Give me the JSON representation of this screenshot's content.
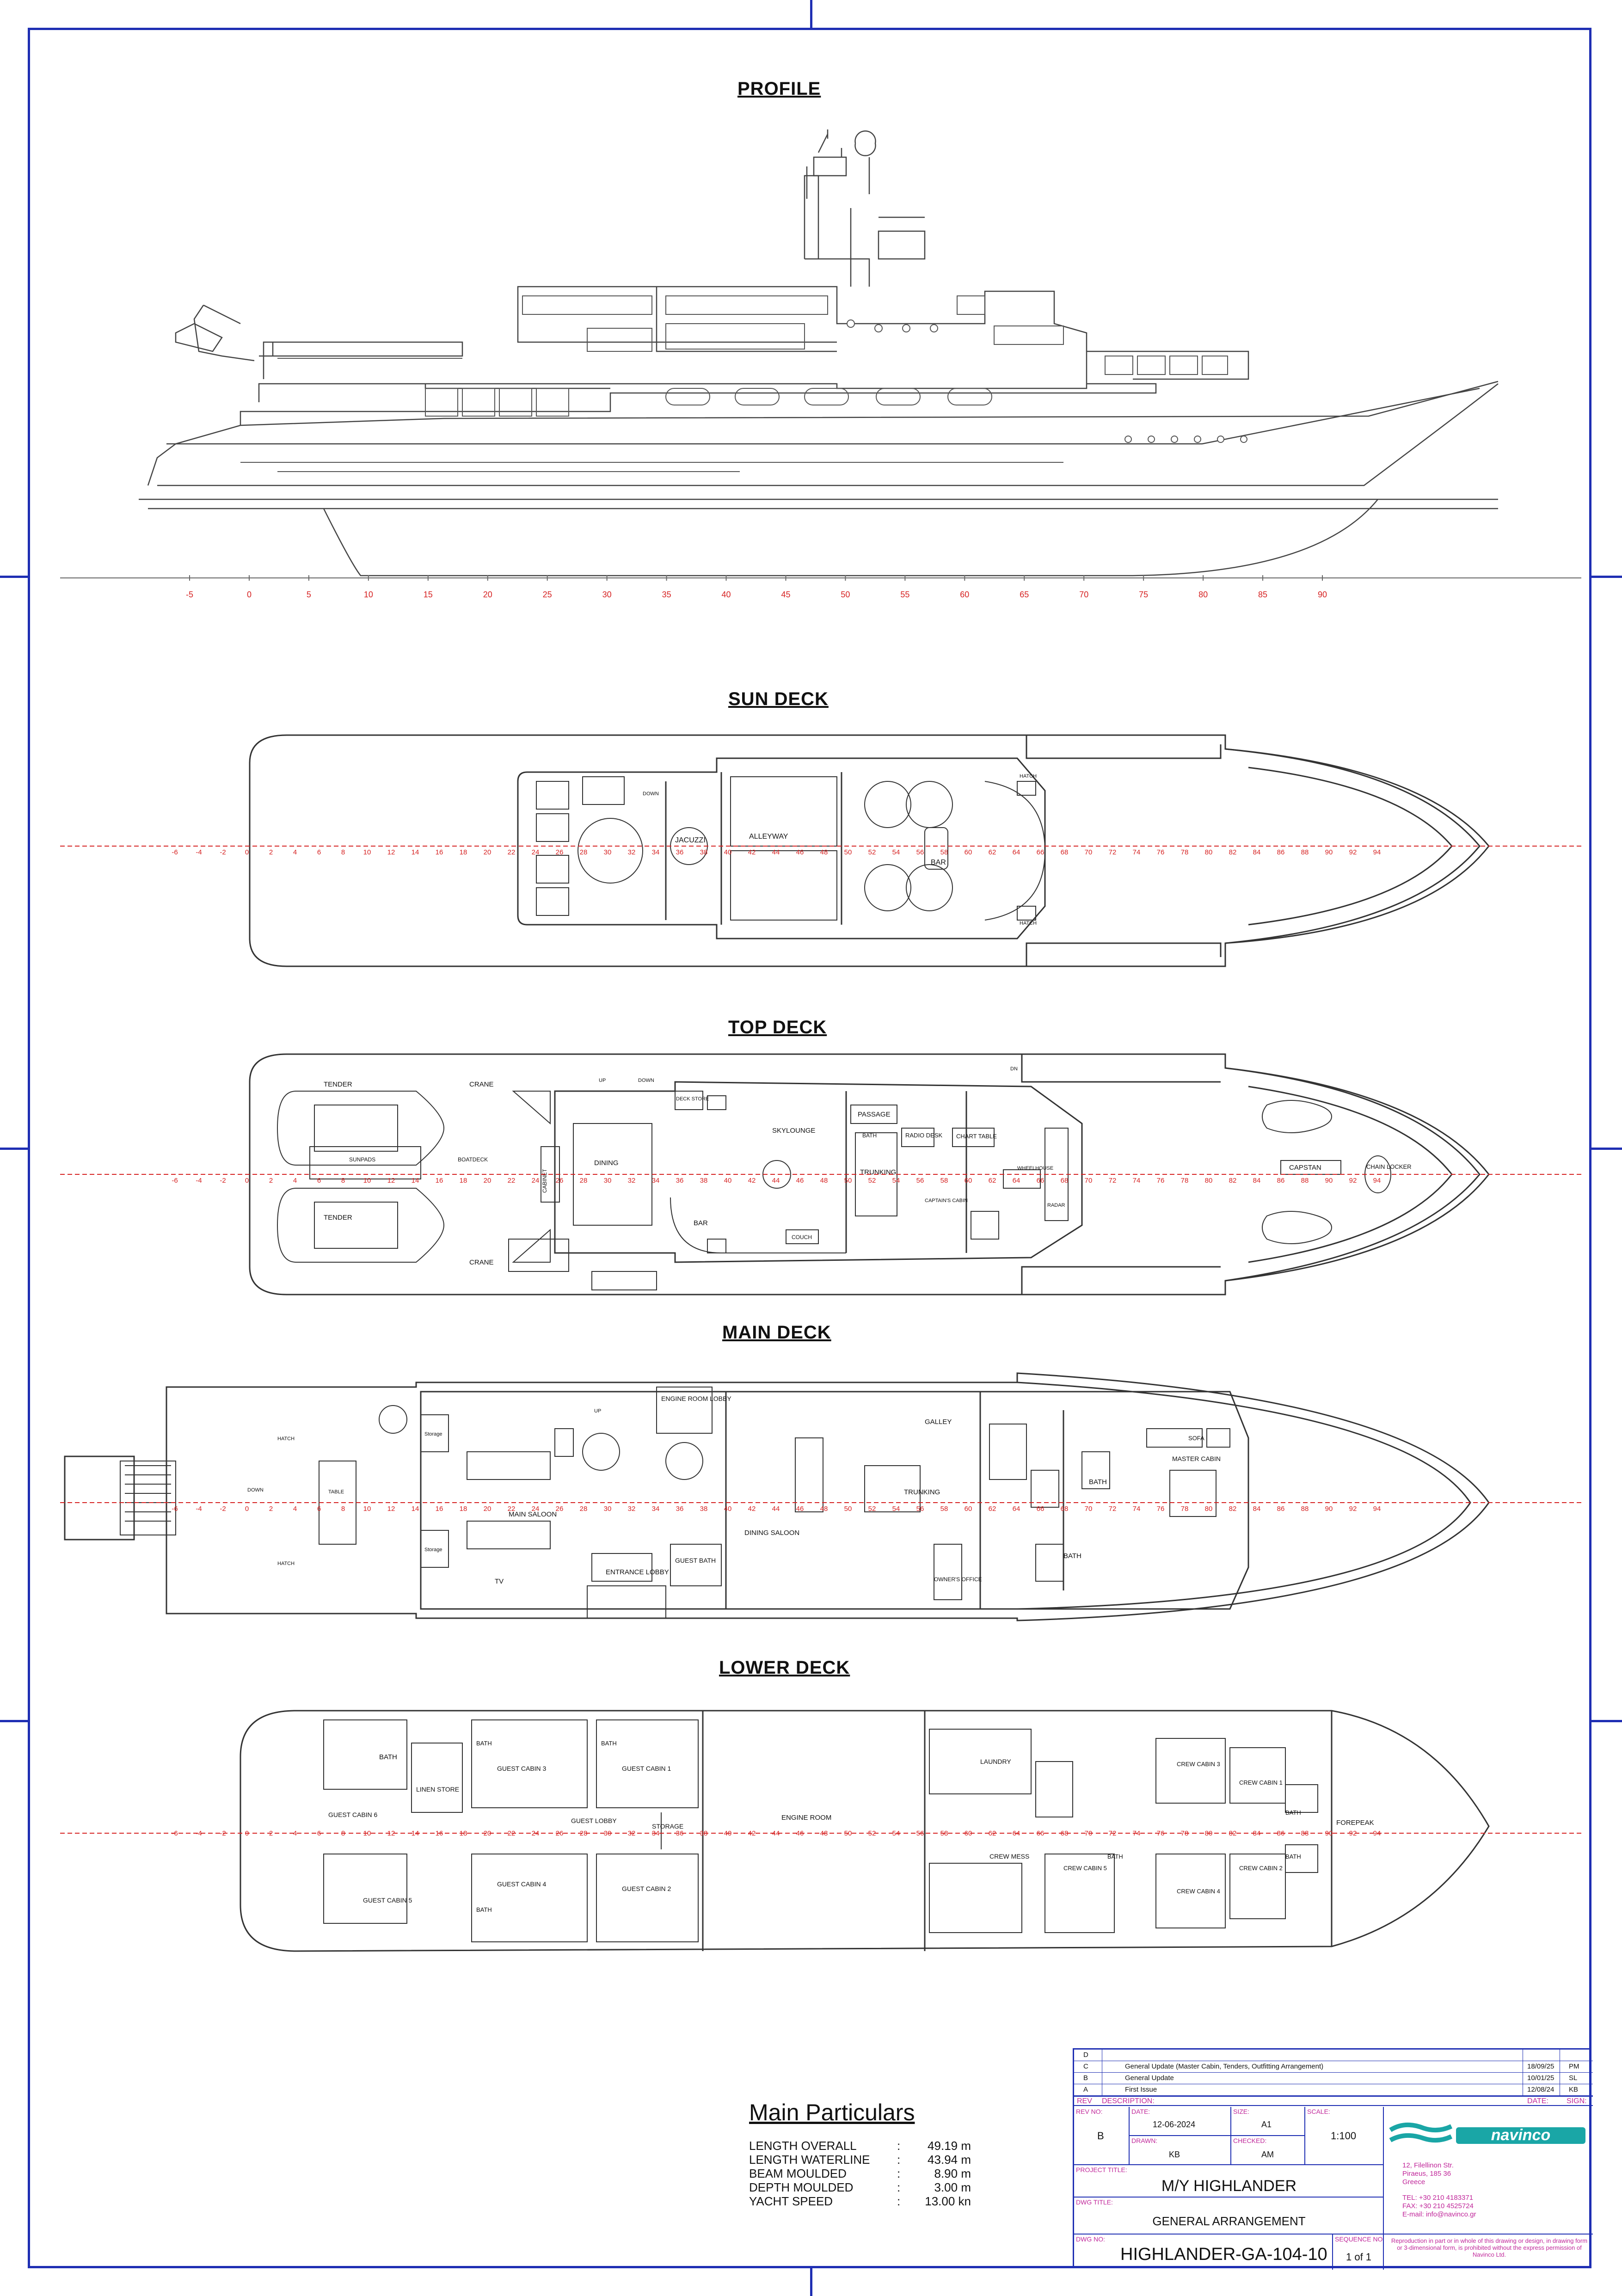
{
  "sections": {
    "profile": "PROFILE",
    "sun_deck": "SUN DECK",
    "top_deck": "TOP DECK",
    "main_deck": "MAIN DECK",
    "lower_deck": "LOWER DECK"
  },
  "frame_scale_profile": [
    "-5",
    "0",
    "5",
    "10",
    "15",
    "20",
    "25",
    "30",
    "35",
    "40",
    "45",
    "50",
    "55",
    "60",
    "65",
    "70",
    "75",
    "80",
    "85",
    "90"
  ],
  "frame_scale_deck": [
    "-6",
    "-4",
    "-2",
    "0",
    "2",
    "4",
    "6",
    "8",
    "10",
    "12",
    "14",
    "16",
    "18",
    "20",
    "22",
    "24",
    "26",
    "28",
    "30",
    "32",
    "34",
    "36",
    "38",
    "40",
    "42",
    "44",
    "46",
    "48",
    "50",
    "52",
    "54",
    "56",
    "58",
    "60",
    "62",
    "64",
    "66",
    "68",
    "70",
    "72",
    "74",
    "76",
    "78",
    "80",
    "82",
    "84",
    "86",
    "88",
    "90",
    "92",
    "94"
  ],
  "sun_deck_labels": {
    "jacuzzi": "JACUZZI",
    "alleyway": "ALLEYWAY",
    "bar": "BAR",
    "hatch1": "HATCH",
    "hatch2": "HATCH",
    "down": "DOWN"
  },
  "top_deck_labels": {
    "tender1": "TENDER",
    "tender2": "TENDER",
    "crane1": "CRANE",
    "crane2": "CRANE",
    "sunpads": "SUNPADS",
    "boatdeck": "BOATDECK",
    "dining": "DINING",
    "skylounge": "SKYLOUNGE",
    "bar": "BAR",
    "couch": "COUCH",
    "deck_store": "DECK STORE",
    "trunking": "TRUNKING",
    "passage": "PASSAGE",
    "bath": "BATH",
    "radio_desk": "RADIO DESK",
    "chart_table": "CHART TABLE",
    "captains_cabin": "CAPTAIN'S CABIN",
    "wheelhouse": "WHEELHOUSE",
    "radar": "RADAR",
    "capstan": "CAPSTAN",
    "chain_locker": "CHAIN LOCKER",
    "cabinet": "CABINET",
    "up": "UP",
    "down": "DOWN",
    "dn": "DN"
  },
  "main_deck_labels": {
    "main_saloon": "MAIN SALOON",
    "tv": "TV",
    "entrance_lobby": "ENTRANCE LOBBY",
    "guest_bath": "GUEST BATH",
    "engine_room_lobby": "ENGINE ROOM LOBBY",
    "dining_saloon": "DINING SALOON",
    "galley": "GALLEY",
    "trunking": "TRUNKING",
    "owners_office": "OWNER'S OFFICE",
    "bath1": "BATH",
    "bath2": "BATH",
    "master_cabin": "MASTER CABIN",
    "sofa": "SOFA",
    "table": "TABLE",
    "hatch1": "HATCH",
    "hatch2": "HATCH",
    "storage1": "Storage",
    "storage2": "Storage",
    "down": "DOWN",
    "up": "UP"
  },
  "lower_deck_labels": {
    "bath_a": "BATH",
    "guest_cabin_6": "GUEST CABIN 6",
    "guest_cabin_5": "GUEST CABIN 5",
    "linen_store": "LINEN STORE",
    "guest_cabin_3": "GUEST CABIN 3",
    "guest_cabin_4": "GUEST CABIN 4",
    "guest_cabin_1": "GUEST CABIN 1",
    "guest_cabin_2": "GUEST CABIN 2",
    "guest_lobby": "GUEST LOBBY",
    "storage": "STORAGE",
    "engine_room": "ENGINE ROOM",
    "laundry": "LAUNDRY",
    "crew_mess": "CREW MESS",
    "crew_cabin_5": "CREW CABIN 5",
    "crew_cabin_3": "CREW CABIN 3",
    "crew_cabin_4": "CREW CABIN 4",
    "crew_cabin_1": "CREW CABIN 1",
    "crew_cabin_2": "CREW CABIN 2",
    "forepeak": "FOREPEAK",
    "bath_b": "BATH",
    "bath_c": "BATH",
    "bath_d": "BATH",
    "bath_e": "BATH",
    "bath_f": "BATH",
    "bath_g": "BATH"
  },
  "particulars": {
    "title": "Main Particulars",
    "rows": [
      {
        "label": "LENGTH OVERALL",
        "value": "49.19 m"
      },
      {
        "label": "LENGTH WATERLINE",
        "value": "43.94 m"
      },
      {
        "label": "BEAM MOULDED",
        "value": "8.90 m"
      },
      {
        "label": "DEPTH MOULDED",
        "value": "3.00 m"
      },
      {
        "label": "YACHT SPEED",
        "value": "13.00 kn"
      }
    ],
    "colon": ":"
  },
  "title_block": {
    "revisions": [
      {
        "rev": "D",
        "desc": "",
        "date": "",
        "sign": ""
      },
      {
        "rev": "C",
        "desc": "General Update (Master Cabin, Tenders, Outfitting Arrangement)",
        "date": "18/09/25",
        "sign": "PM"
      },
      {
        "rev": "B",
        "desc": "General Update",
        "date": "10/01/25",
        "sign": "SL"
      },
      {
        "rev": "A",
        "desc": "First Issue",
        "date": "12/08/24",
        "sign": "KB"
      }
    ],
    "hdr_rev": "REV",
    "hdr_desc": "DESCRIPTION:",
    "hdr_date": "DATE:",
    "hdr_sign": "SIGN:",
    "rev_no_lbl": "REV NO:",
    "rev_no": "B",
    "date_lbl": "DATE:",
    "date": "12-06-2024",
    "size_lbl": "SIZE:",
    "size": "A1",
    "scale_lbl": "SCALE:",
    "scale": "1:100",
    "drawn_lbl": "DRAWN:",
    "drawn": "KB",
    "checked_lbl": "CHECKED:",
    "checked": "AM",
    "project_lbl": "PROJECT TITLE:",
    "project": "M/Y HIGHLANDER",
    "dwg_title_lbl": "DWG TITLE:",
    "dwg_title": "GENERAL ARRANGEMENT",
    "dwg_no_lbl": "DWG NO:",
    "dwg_no": "HIGHLANDER-GA-104-10",
    "seq_lbl": "SEQUENCE NO:",
    "seq": "1 of 1",
    "logo": "navinco",
    "addr1": "12, Filellinon Str.",
    "addr2": "Piraeus, 185 36",
    "addr3": "Greece",
    "tel": "TEL:      +30 210 4183371",
    "fax": "FAX:      +30 210 4525724",
    "email": "E-mail:    info@navinco.gr",
    "notice": "Reproduction in part or in whole of this drawing or design, in drawing form or 3-dimensional form, is prohibited without the express permission of Navinco Ltd."
  },
  "colors": {
    "frame": "#1f2fb3",
    "red": "#d62222",
    "pink": "#c0279a",
    "teal": "#1aa6a6",
    "line": "#333333"
  }
}
